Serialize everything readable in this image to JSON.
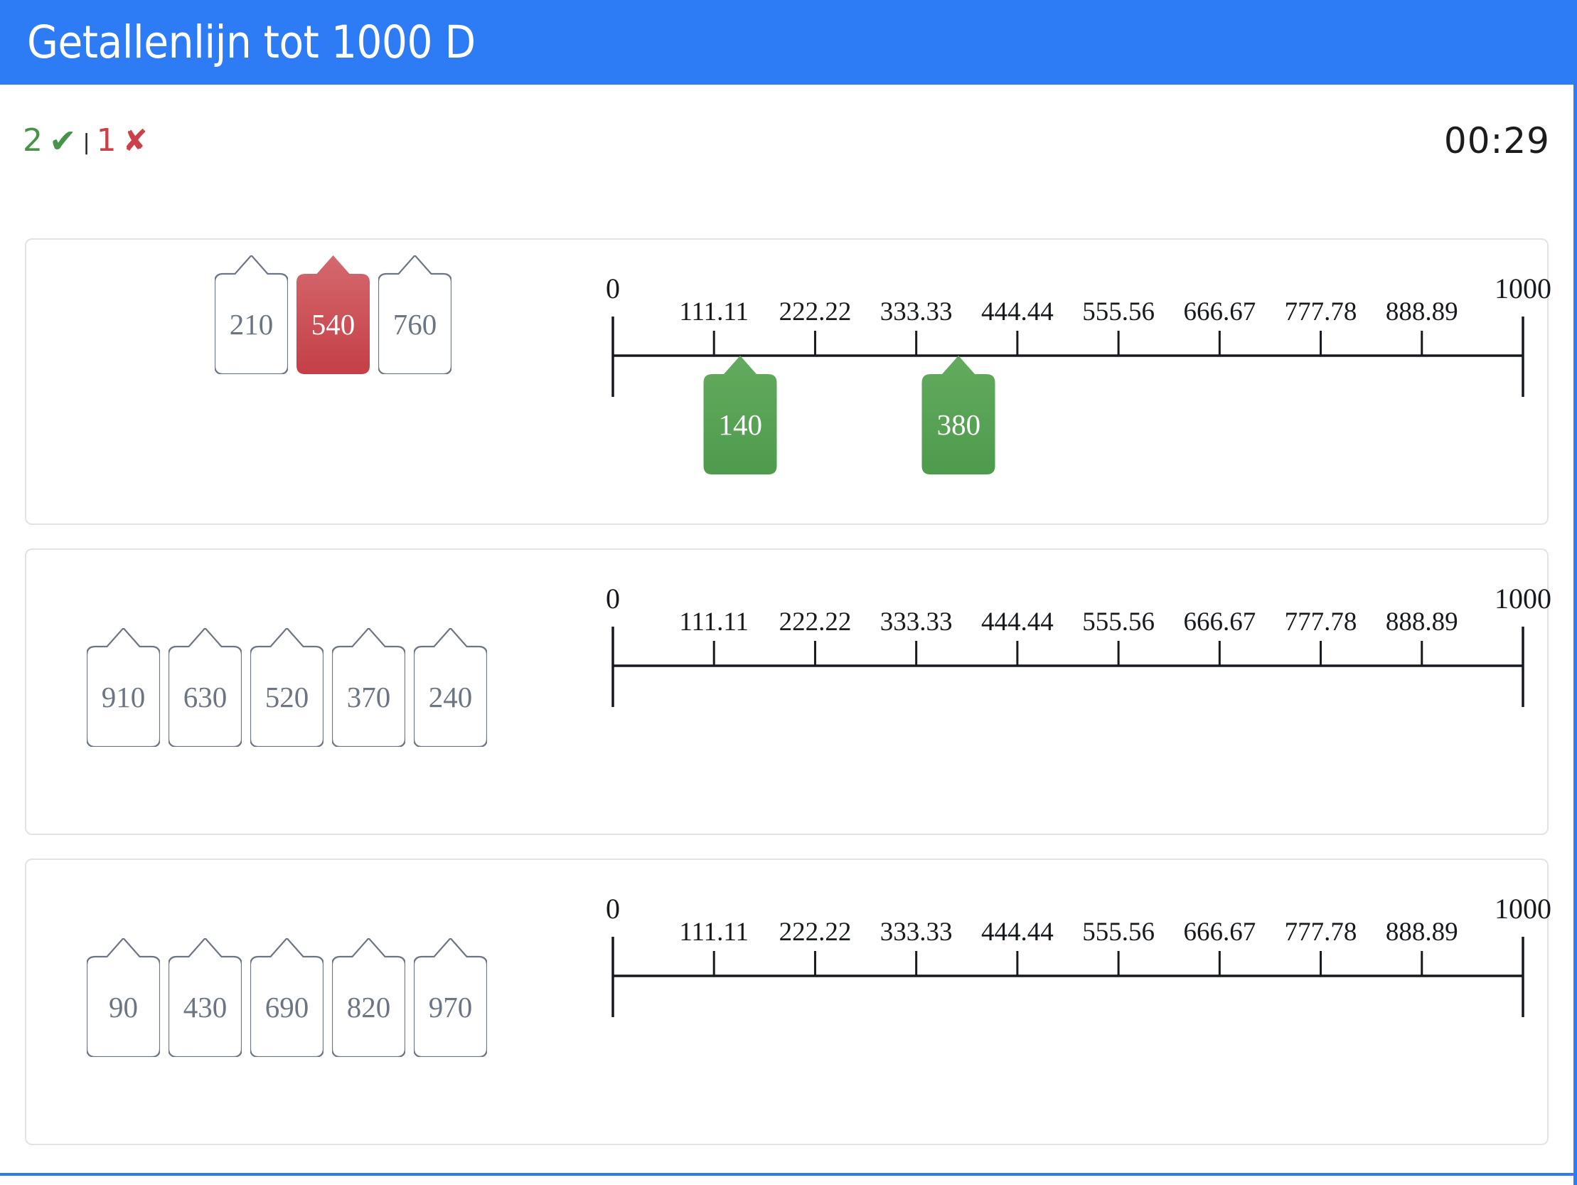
{
  "header": {
    "title": "Getallenlijn tot 1000 D",
    "background_color": "#2e7bf6",
    "title_color": "#ffffff"
  },
  "status": {
    "correct_count": "2",
    "check_icon": "✔",
    "separator": "|",
    "wrong_count": "1",
    "cross_icon": "✘",
    "correct_color": "#47934a",
    "wrong_color": "#cb4149",
    "timer": "00:29"
  },
  "numberline": {
    "start_label": "0",
    "end_label": "1000",
    "min": 0,
    "max": 1000,
    "tick_labels": [
      "111.11",
      "222.22",
      "333.33",
      "444.44",
      "555.56",
      "666.67",
      "777.78",
      "888.89"
    ],
    "tick_values": [
      111.11,
      222.22,
      333.33,
      444.44,
      555.56,
      666.67,
      777.78,
      888.89
    ],
    "axis_color": "#16191d"
  },
  "colors": {
    "card_idle_border": "#6c7682",
    "card_idle_fill": "#ffffff",
    "card_idle_text": "#6c7682",
    "card_correct_top": "#63ab5e",
    "card_correct_bottom": "#4e9b4d",
    "card_wrong_top": "#d4696e",
    "card_wrong_bottom": "#c53f47",
    "panel_border": "#e3e3e3",
    "accent": "#2e7bf6"
  },
  "rows": [
    {
      "id": "row-1",
      "tray_cards": [
        {
          "label": "210",
          "state": "idle"
        },
        {
          "label": "540",
          "state": "wrong"
        },
        {
          "label": "760",
          "state": "idle"
        }
      ],
      "placed_cards": [
        {
          "label": "140",
          "state": "correct",
          "value": 140
        },
        {
          "label": "380",
          "state": "correct",
          "value": 380
        }
      ]
    },
    {
      "id": "row-2",
      "tray_cards": [
        {
          "label": "910",
          "state": "idle"
        },
        {
          "label": "630",
          "state": "idle"
        },
        {
          "label": "520",
          "state": "idle"
        },
        {
          "label": "370",
          "state": "idle"
        },
        {
          "label": "240",
          "state": "idle"
        }
      ],
      "placed_cards": []
    },
    {
      "id": "row-3",
      "tray_cards": [
        {
          "label": "90",
          "state": "idle"
        },
        {
          "label": "430",
          "state": "idle"
        },
        {
          "label": "690",
          "state": "idle"
        },
        {
          "label": "820",
          "state": "idle"
        },
        {
          "label": "970",
          "state": "idle"
        }
      ],
      "placed_cards": []
    }
  ]
}
